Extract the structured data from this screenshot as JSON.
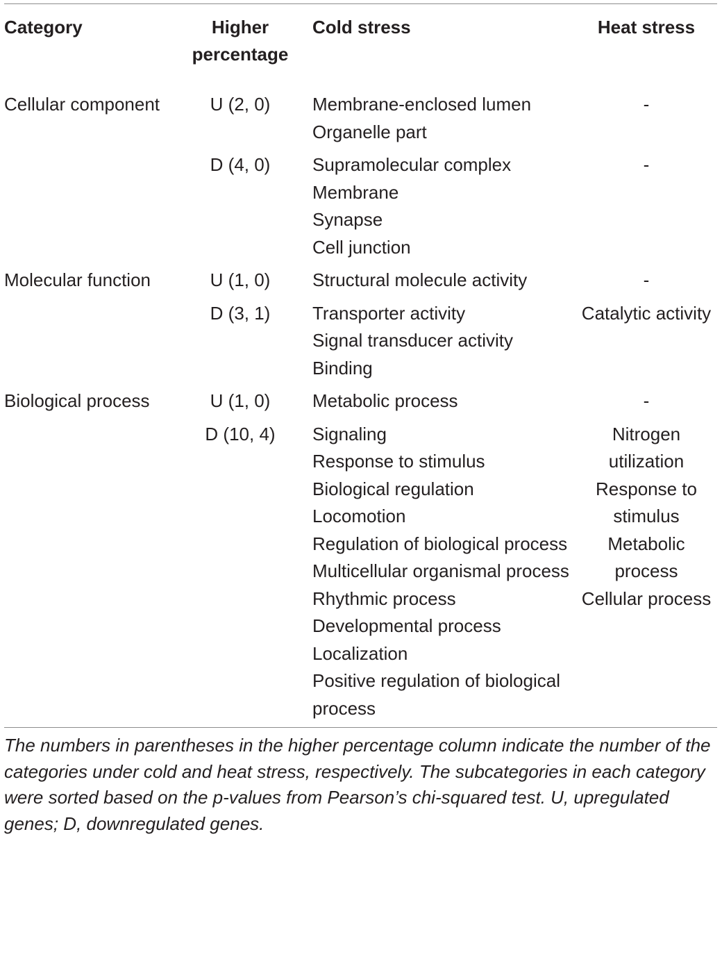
{
  "table": {
    "headers": {
      "category": "Category",
      "higher_percentage": "Higher percentage",
      "cold_stress": "Cold stress",
      "heat_stress": "Heat stress"
    },
    "rows": [
      {
        "category": "Cellular component",
        "higher": "U (2, 0)",
        "cold": [
          "Membrane-enclosed lumen",
          "Organelle part"
        ],
        "heat": [
          "-"
        ]
      },
      {
        "category": "",
        "higher": "D (4, 0)",
        "cold": [
          "Supramolecular complex",
          "Membrane",
          "Synapse",
          "Cell junction"
        ],
        "heat": [
          "-"
        ]
      },
      {
        "category": "Molecular function",
        "higher": "U (1, 0)",
        "cold": [
          "Structural molecule activity"
        ],
        "heat": [
          "-"
        ]
      },
      {
        "category": "",
        "higher": "D (3, 1)",
        "cold": [
          "Transporter activity",
          "Signal transducer activity",
          "Binding"
        ],
        "heat": [
          "Catalytic activity"
        ]
      },
      {
        "category": "Biological process",
        "higher": "U (1, 0)",
        "cold": [
          "Metabolic process"
        ],
        "heat": [
          "-"
        ]
      },
      {
        "category": "",
        "higher": "D (10, 4)",
        "cold": [
          "Signaling",
          "Response to stimulus",
          "Biological regulation",
          "Locomotion",
          "Regulation of biological process",
          "Multicellular organismal process",
          "Rhythmic process",
          "Developmental process",
          "Localization",
          "Positive regulation of biological process"
        ],
        "heat": [
          "Nitrogen utilization",
          "Response to stimulus",
          "Metabolic process",
          "Cellular process"
        ]
      }
    ],
    "footnote": "The numbers in parentheses in the higher percentage column indicate the number of the categories under cold and heat stress, respectively. The subcategories in each category were sorted based on the p-values from Pearson’s chi-squared test. U, upregulated genes; D, downregulated genes."
  }
}
